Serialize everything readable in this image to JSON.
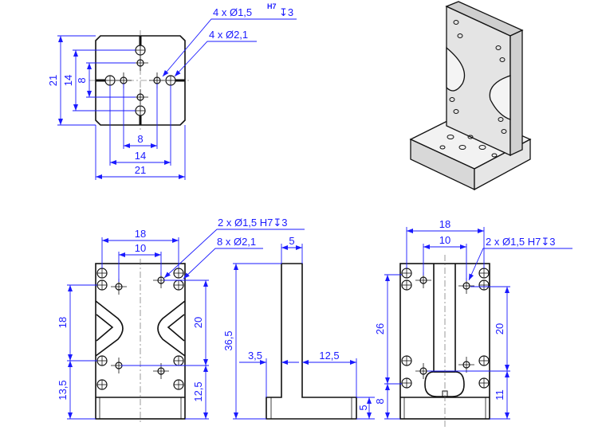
{
  "top_view": {
    "dims": {
      "height_outer": "21",
      "height_mid": "14",
      "height_inner": "8",
      "width_inner": "8",
      "width_mid": "14",
      "width_outer": "21"
    },
    "callout_small": {
      "text": "4 x Ø1,5",
      "tolerance": "H7",
      "depth": "↧3"
    },
    "callout_large": {
      "text": "4 x Ø2,1"
    }
  },
  "front_view": {
    "dims": {
      "width_outer": "18",
      "width_inner": "10",
      "left_upper": "18",
      "left_lower": "13,5",
      "right_upper": "20",
      "right_lower": "12,5"
    },
    "callout_small": {
      "text": "2 x Ø1,5  H7↧3"
    },
    "callout_large": {
      "text": "8 x Ø2,1"
    }
  },
  "side_view": {
    "dims": {
      "plate_thickness": "5",
      "total_height": "36,5",
      "left_base": "3,5",
      "right_base": "12,5",
      "base_height": "5"
    }
  },
  "rear_view": {
    "dims": {
      "width_outer": "18",
      "width_inner": "10",
      "left_upper": "26",
      "left_lower": "8",
      "right_upper": "20",
      "right_lower": "11"
    },
    "callout_small": {
      "text": "2 x Ø1,5  H7↧3"
    }
  }
}
